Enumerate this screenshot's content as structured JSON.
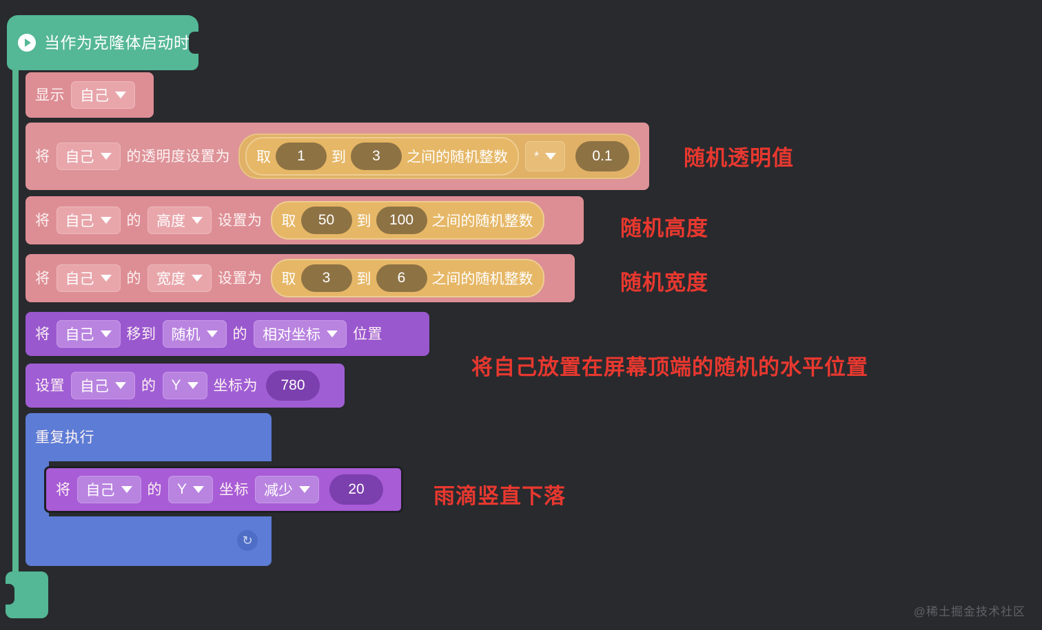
{
  "background_color": "#282a2e",
  "script": {
    "hat": {
      "icon": "play-icon",
      "label": "当作为克隆体启动时",
      "color": "#54b795"
    },
    "blocks": [
      {
        "id": "show",
        "category": "looks",
        "color": "#dd8e94",
        "prefix": "显示",
        "dropdowns": [
          {
            "name": "target",
            "value": "自己"
          }
        ]
      },
      {
        "id": "set-ghost",
        "category": "looks",
        "color": "#dd9398",
        "prefix": "将",
        "mid": "的透明度设置为",
        "dropdowns": [
          {
            "name": "target",
            "value": "自己"
          }
        ],
        "operator": {
          "label_start": "取",
          "from": "1",
          "label_mid": "到",
          "to": "3",
          "label_end": "之间的随机整数"
        },
        "op_dropdown": {
          "name": "operator-symbol",
          "value": "*"
        },
        "op_value": "0.1"
      },
      {
        "id": "set-height",
        "category": "looks",
        "color": "#dd8e94",
        "prefix": "将",
        "mid_particle": "的",
        "mid": "设置为",
        "dropdowns": [
          {
            "name": "target",
            "value": "自己"
          },
          {
            "name": "property",
            "value": "高度"
          }
        ],
        "operator": {
          "label_start": "取",
          "from": "50",
          "label_mid": "到",
          "to": "100",
          "label_end": "之间的随机整数"
        }
      },
      {
        "id": "set-width",
        "category": "looks",
        "color": "#dd8e94",
        "prefix": "将",
        "mid_particle": "的",
        "mid": "设置为",
        "dropdowns": [
          {
            "name": "target",
            "value": "自己"
          },
          {
            "name": "property",
            "value": "宽度"
          }
        ],
        "operator": {
          "label_start": "取",
          "from": "3",
          "label_mid": "到",
          "to": "6",
          "label_end": "之间的随机整数"
        }
      },
      {
        "id": "move-to",
        "category": "motion",
        "color": "#9a58cf",
        "prefix": "将",
        "verb": "移到",
        "particle": "的",
        "suffix": "位置",
        "dropdowns": [
          {
            "name": "target",
            "value": "自己"
          },
          {
            "name": "destination",
            "value": "随机"
          },
          {
            "name": "coord-system",
            "value": "相对坐标"
          }
        ]
      },
      {
        "id": "set-y",
        "category": "motion",
        "color": "#a05ed4",
        "prefix": "设置",
        "particle": "的",
        "suffix": "坐标为",
        "dropdowns": [
          {
            "name": "target",
            "value": "自己"
          },
          {
            "name": "axis",
            "value": "Y"
          }
        ],
        "value": "780"
      },
      {
        "id": "repeat-forever",
        "category": "control",
        "color": "#5c7cd6",
        "label": "重复执行",
        "loop_icon": "loop-arrow-icon",
        "body": [
          {
            "id": "change-y",
            "category": "motion",
            "color": "#a85cd6",
            "prefix": "将",
            "particle": "的",
            "suffix": "坐标",
            "dropdowns": [
              {
                "name": "target",
                "value": "自己"
              },
              {
                "name": "axis",
                "value": "Y"
              },
              {
                "name": "direction",
                "value": "减少"
              }
            ],
            "value": "20"
          }
        ]
      }
    ]
  },
  "annotations": {
    "color": "#e8382f",
    "items": [
      {
        "name": "note-random-opacity",
        "text": "随机透明值"
      },
      {
        "name": "note-random-height",
        "text": "随机高度"
      },
      {
        "name": "note-random-width",
        "text": "随机宽度"
      },
      {
        "name": "note-random-top-position",
        "text": "将自己放置在屏幕顶端的随机的水平位置"
      },
      {
        "name": "note-raindrop-fall",
        "text": "雨滴竖直下落"
      }
    ]
  },
  "watermark": {
    "text": "@稀土掘金技术社区"
  }
}
